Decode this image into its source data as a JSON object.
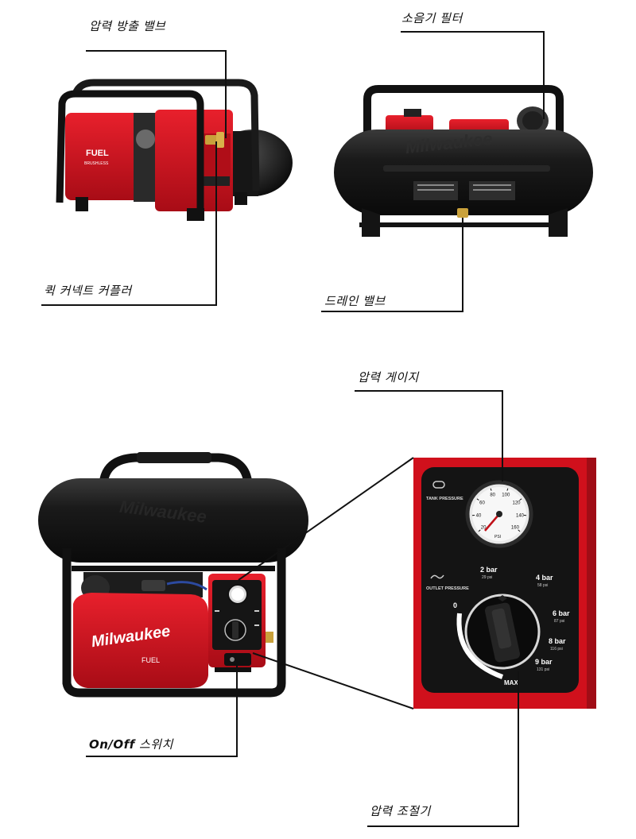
{
  "labels": {
    "pressure_release_valve": "압력 방출 밸브",
    "muffler_filter": "소음기 필터",
    "quick_connect_coupler": "퀵 커넥트 커플러",
    "drain_valve": "드레인 밸브",
    "pressure_gauge": "압력 게이지",
    "onoff_bold": "On/Off",
    "onoff_rest": " 스위치",
    "pressure_regulator": "압력 조절기"
  },
  "product": {
    "brand": "Milwaukee",
    "sub_brand": "FUEL",
    "sub_brand_tagline": "BRUSHLESS"
  },
  "panel": {
    "tank_pressure": "TANK PRESSURE",
    "outlet_pressure": "OUTLET PRESSURE",
    "gauge_unit": "PSI",
    "gauge_ticks": [
      "20",
      "40",
      "60",
      "80",
      "100",
      "120",
      "140",
      "160"
    ],
    "dial_zero": "0",
    "dial_max": "MAX",
    "settings": [
      {
        "bar": "2 bar",
        "psi": "29 psi"
      },
      {
        "bar": "4 bar",
        "psi": "58 psi"
      },
      {
        "bar": "6 bar",
        "psi": "87 psi"
      },
      {
        "bar": "8 bar",
        "psi": "116 psi"
      },
      {
        "bar": "9 bar",
        "psi": "131 psi"
      }
    ]
  },
  "colors": {
    "red": "#d0101c",
    "dark": "#141414"
  }
}
